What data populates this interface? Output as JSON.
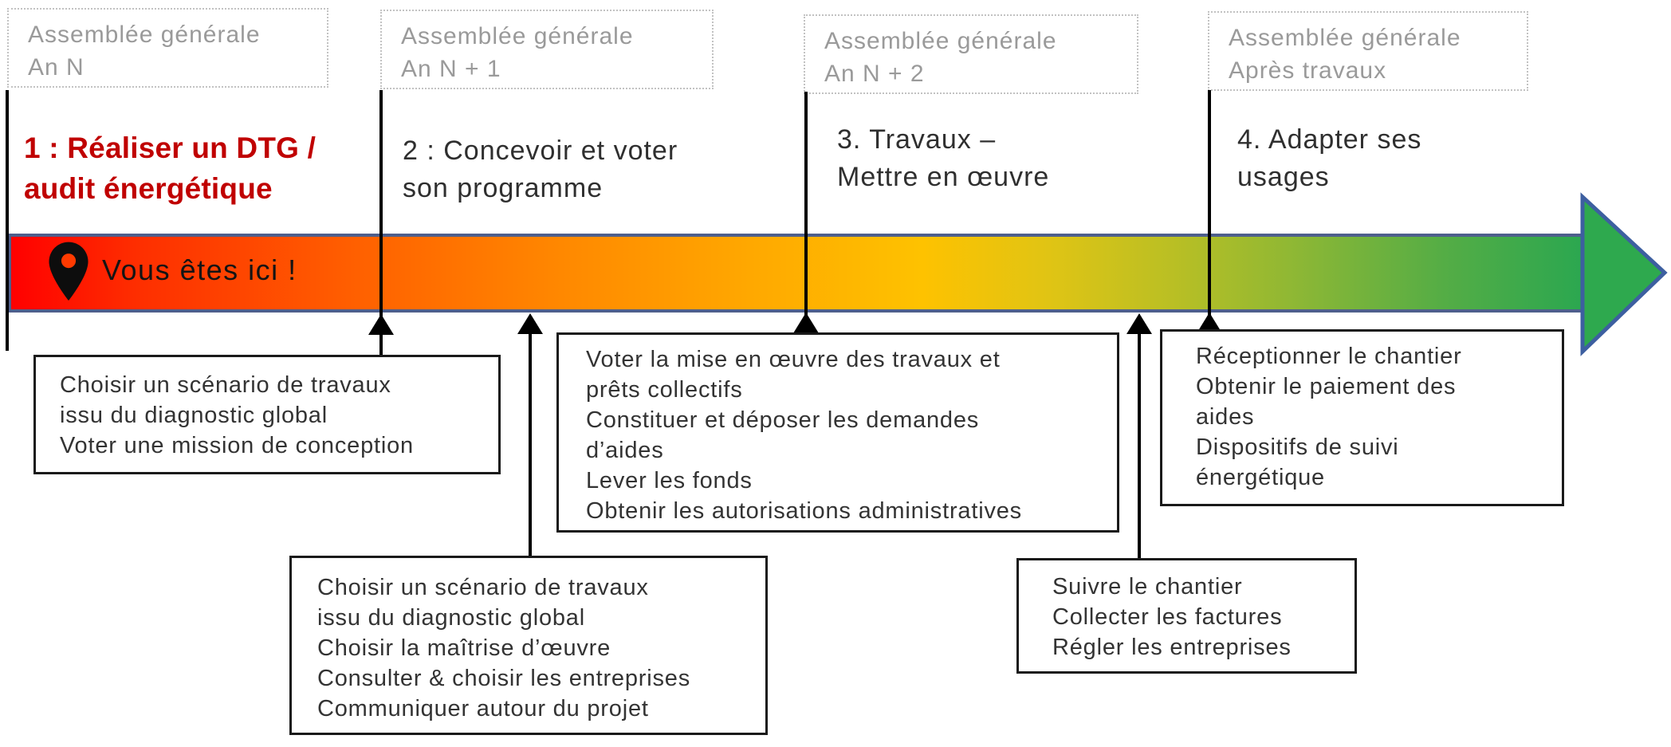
{
  "assembly_markers": [
    {
      "line1": "Assemblée générale",
      "line2": "An N"
    },
    {
      "line1": "Assemblée générale",
      "line2": "An N + 1"
    },
    {
      "line1": "Assemblée générale",
      "line2": "An N + 2"
    },
    {
      "line1": "Assemblée générale",
      "line2": "Après travaux"
    }
  ],
  "phases": [
    {
      "line1": "1 : Réaliser un DTG /",
      "line2": "audit énergétique"
    },
    {
      "line1": "2 : Concevoir et voter",
      "line2": "son programme"
    },
    {
      "line1": "3. Travaux –",
      "line2": "Mettre en œuvre"
    },
    {
      "line1": "4. Adapter ses",
      "line2": "usages"
    }
  ],
  "current_position": {
    "icon": "location-pin-icon",
    "label": "Vous êtes ici !"
  },
  "task_boxes": [
    {
      "lines": [
        "Choisir un scénario de travaux",
        "issu du diagnostic global",
        "Voter une mission de conception"
      ]
    },
    {
      "lines": [
        "Voter la mise en œuvre des travaux et",
        "prêts collectifs",
        "Constituer et déposer les demandes",
        "d’aides",
        "Lever les fonds",
        "Obtenir les autorisations administratives"
      ]
    },
    {
      "lines": [
        "Choisir un scénario de travaux",
        "issu du diagnostic global",
        "Choisir la maîtrise d’œuvre",
        "Consulter & choisir les entreprises",
        "Communiquer autour du projet"
      ]
    },
    {
      "lines": [
        "Réceptionner le chantier",
        "Obtenir le paiement des",
        "aides",
        "Dispositifs de suivi",
        "énergétique"
      ]
    },
    {
      "lines": [
        "Suivre le chantier",
        "Collecter les factures",
        "Régler les entreprises"
      ]
    }
  ],
  "colors": {
    "phase1_red": "#C00000",
    "band_border_blue": "#4e5f8c",
    "gradient_start_red": "#ff0000",
    "gradient_mid_orange": "#ff8800",
    "gradient_mid_yellow": "#fec200",
    "gradient_end_green": "#2ba750",
    "arrowhead_green": "#2ea94e",
    "assembly_text_gray": "#9a9a9a"
  }
}
